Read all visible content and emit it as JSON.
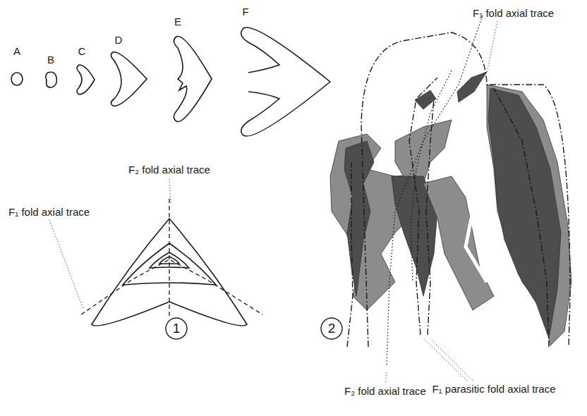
{
  "diagram": {
    "nodes": [
      {
        "text": [
          "1"
        ]
      },
      {
        "text": [
          "2"
        ]
      }
    ],
    "labels": [
      "A",
      "B",
      "C",
      "D",
      "E",
      "F",
      "F₁ fold axial trace",
      "F₂ fold axial trace",
      "F₁ fold axial trace",
      "F₂ fold axial trace",
      "F₁ parasitic fold axial trace"
    ]
  }
}
